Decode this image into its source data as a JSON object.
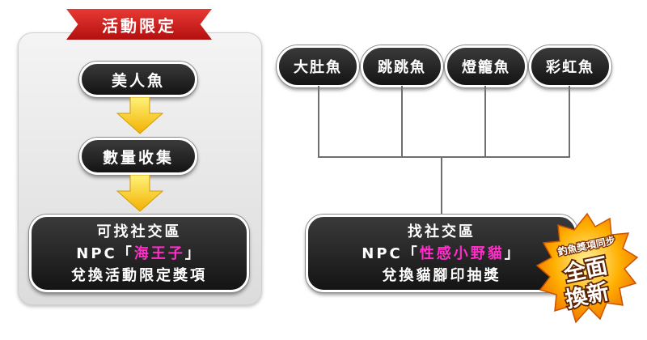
{
  "event_panel": {
    "ribbon_label": "活動限定",
    "step1_label": "美人魚",
    "step2_label": "數量收集",
    "result": {
      "line1": "可找社交區",
      "npc_prefix": "NPC「",
      "npc_name": "海王子",
      "npc_suffix": "」",
      "line3": "兌換活動限定獎項"
    }
  },
  "fish": {
    "items": [
      {
        "label": "大肚魚"
      },
      {
        "label": "跳跳魚"
      },
      {
        "label": "燈籠魚"
      },
      {
        "label": "彩虹魚"
      }
    ]
  },
  "cat_result": {
    "line1": "找社交區",
    "npc_prefix": "NPC「",
    "npc_name": "性感小野貓",
    "npc_suffix": "」",
    "line3": "兌換貓腳印抽獎"
  },
  "badge": {
    "top_text": "釣魚獎項同步",
    "big_line1": "全面",
    "big_line2": "換新"
  },
  "colors": {
    "ribbon_red": "#d0201c",
    "pill_dark": "#1e1e1e",
    "arrow_yellow": "#ffcc00",
    "highlight_magenta": "#ff2ec8",
    "badge_orange": "#ff8a00"
  }
}
